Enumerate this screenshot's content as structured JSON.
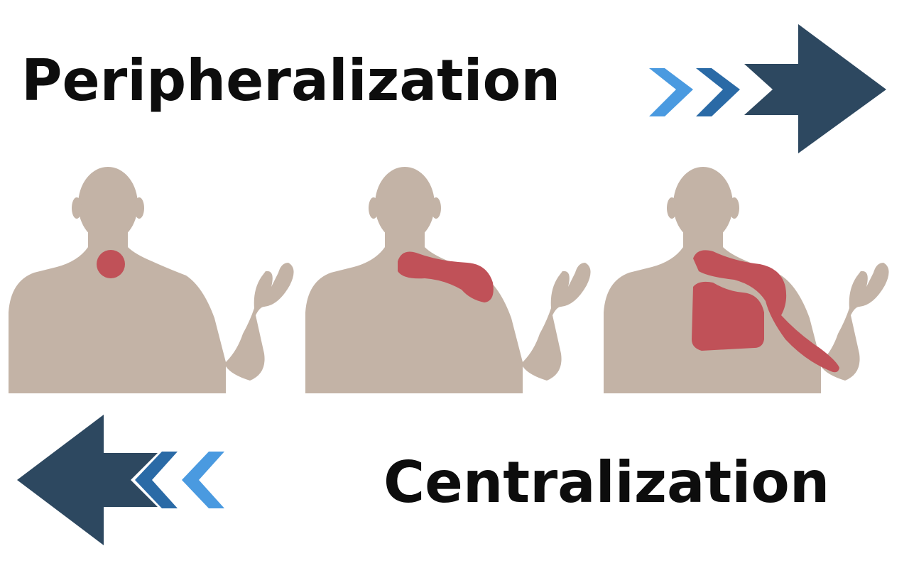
{
  "labels": {
    "top": "Peripheralization",
    "bottom": "Centralization"
  },
  "colors": {
    "body": "#c3b3a6",
    "pain": "#c05158",
    "arrow_dark": "#2d4860",
    "chevron_mid": "#2a6aa6",
    "chevron_light": "#4a9ae0",
    "text": "#0d0d0d",
    "background": "#ffffff"
  },
  "figures": [
    {
      "pain_region": "neck"
    },
    {
      "pain_region": "shoulder"
    },
    {
      "pain_region": "shoulder-arm-chest"
    }
  ],
  "arrows": [
    {
      "direction": "right",
      "meaning": "peripheralization"
    },
    {
      "direction": "left",
      "meaning": "centralization"
    }
  ]
}
